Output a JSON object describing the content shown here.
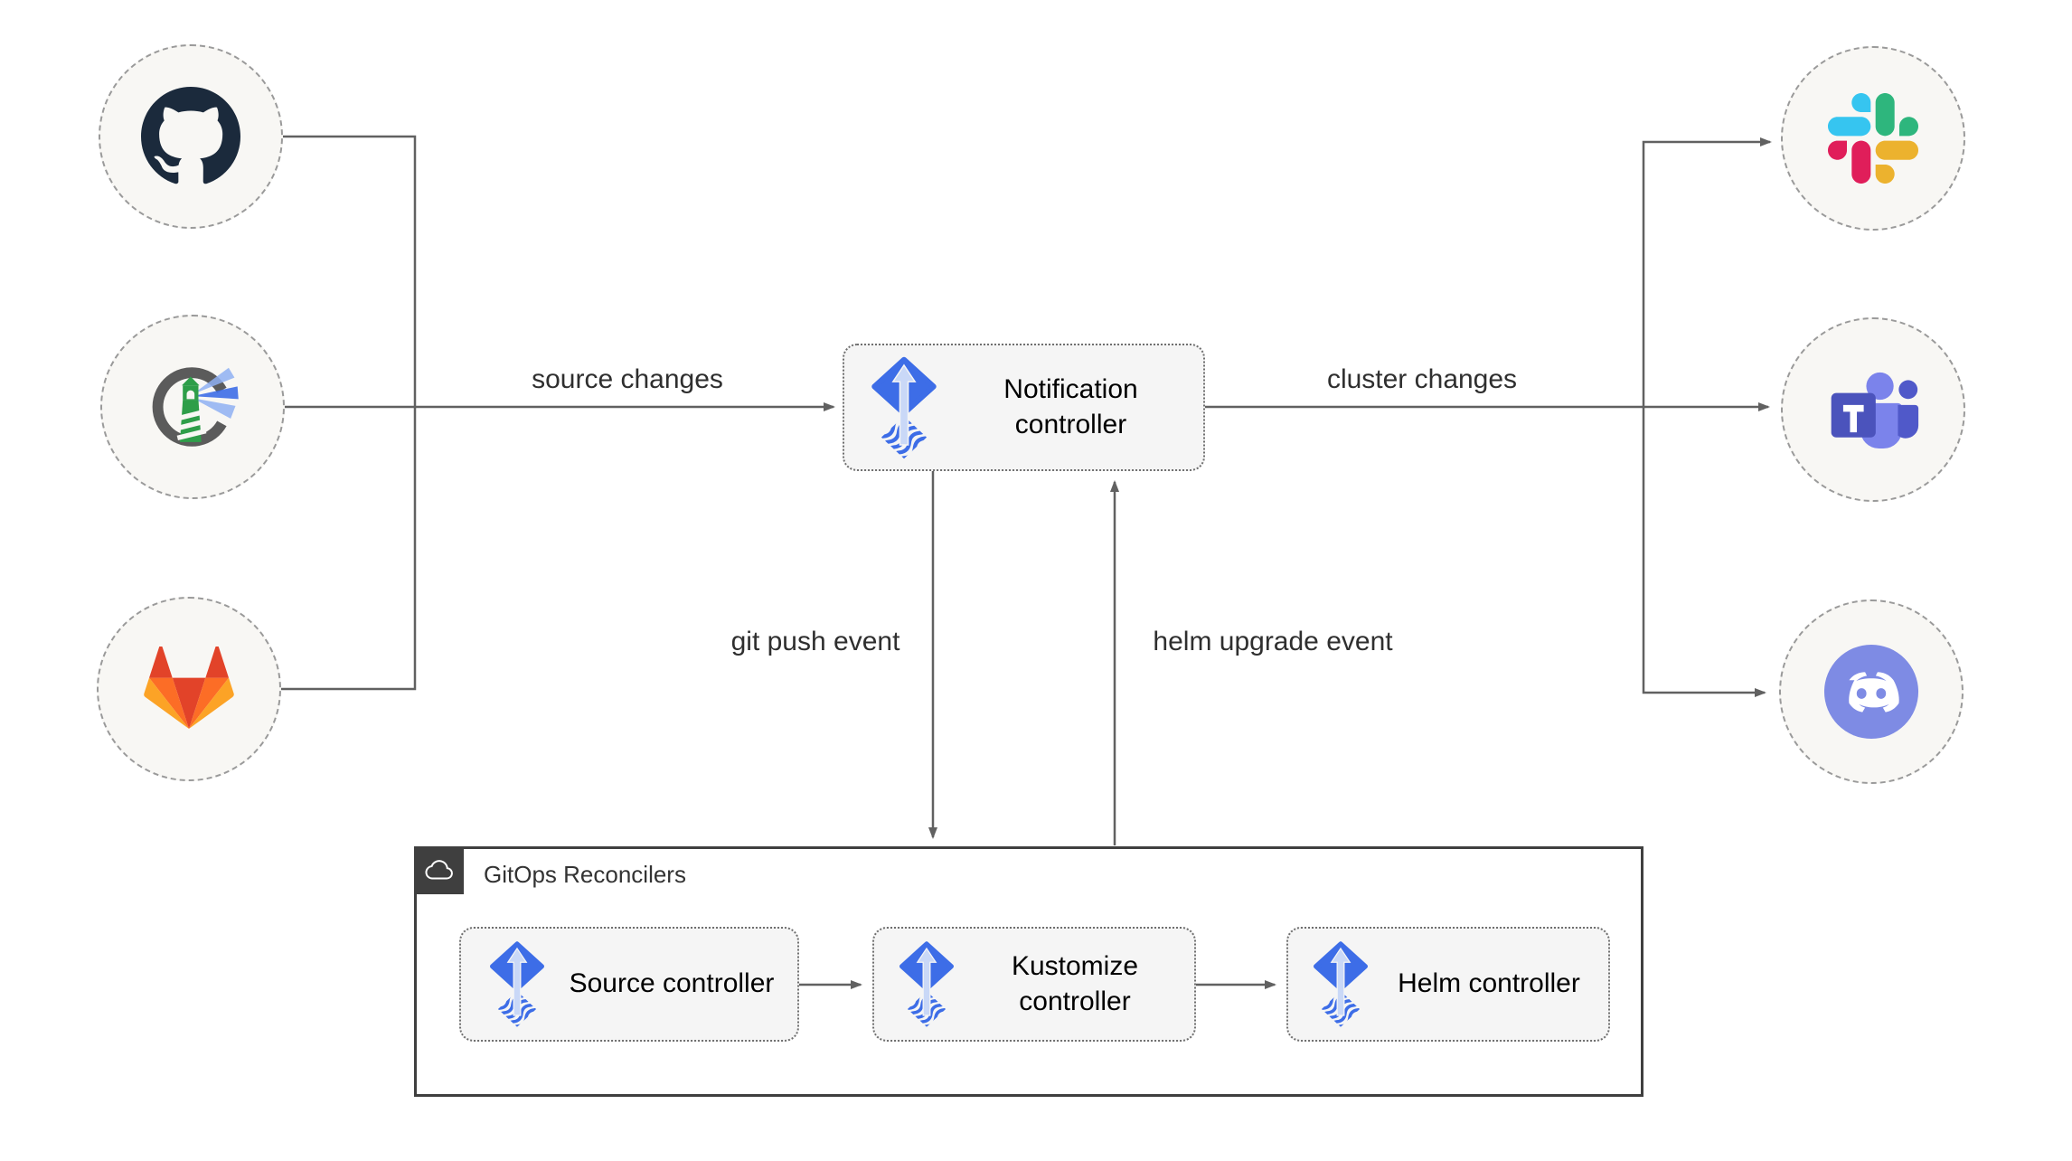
{
  "edges": {
    "source_changes": "source changes",
    "cluster_changes": "cluster changes",
    "git_push": "git push event",
    "helm_upgrade": "helm upgrade event"
  },
  "nodes": {
    "notification": {
      "label": "Notification controller"
    },
    "gitops": {
      "label": "GitOps Reconcilers",
      "controllers": [
        {
          "label": "Source controller"
        },
        {
          "label": "Kustomize controller"
        },
        {
          "label": "Helm controller"
        }
      ]
    }
  },
  "icons": {
    "sources": [
      "github-icon",
      "harbor-lighthouse-icon",
      "gitlab-icon"
    ],
    "targets": [
      "slack-icon",
      "microsoft-teams-icon",
      "discord-icon"
    ],
    "controller_icon": "flux-icon",
    "group_icon": "cloud-icon"
  },
  "colors": {
    "connector": "#616161",
    "node_fill": "#f5f5f5",
    "circle_fill": "#f8f7f4",
    "circle_border": "#9a9a9a",
    "flux_blue": "#3d6de7",
    "group_tab": "#3f3f3f",
    "background": "#ffffff"
  }
}
